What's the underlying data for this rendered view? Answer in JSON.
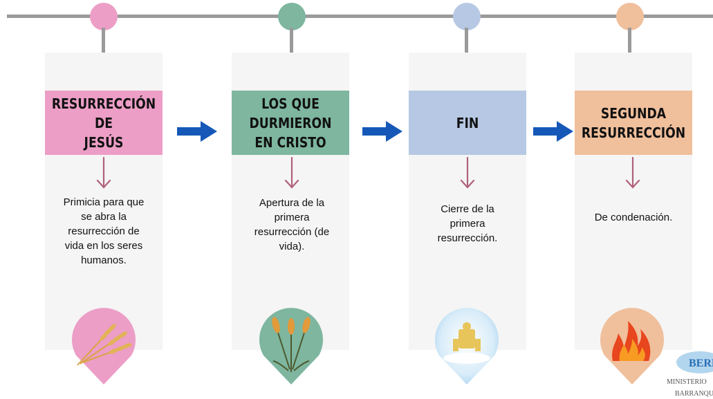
{
  "colors": {
    "pink": "#ec9ec6",
    "green": "#7eb6a0",
    "blue": "#b6c8e3",
    "peach": "#f0bf9c",
    "arrow_blue": "#1558b8",
    "down_arrow": "#b0607a",
    "line_gray": "#9a9a9a"
  },
  "stages": [
    {
      "title": "RESURRECCIÓN DE JESÚS",
      "title_lines": [
        "RESURRECCIÓN DE",
        "JESÚS"
      ],
      "description_lines": [
        "Primicia para que",
        "se abra la",
        "resurrección de",
        "vida en los seres",
        "humanos."
      ],
      "icon": "wheat-icon",
      "color": "#ec9ec6"
    },
    {
      "title": "LOS QUE DURMIERON EN CRISTO",
      "title_lines": [
        "LOS QUE DURMIERON",
        "EN CRISTO"
      ],
      "description_lines": [
        "Apertura de la",
        "primera",
        "resurrección (de",
        "vida)."
      ],
      "icon": "wheat-plant-icon",
      "color": "#7eb6a0"
    },
    {
      "title": "FIN",
      "title_lines": [
        "FIN"
      ],
      "description_lines": [
        "Cierre de la",
        "primera",
        "resurrección."
      ],
      "icon": "heavenly-throne-icon",
      "color": "#b6c8e3"
    },
    {
      "title": "SEGUNDA RESURRECCIÓN",
      "title_lines": [
        "SEGUNDA",
        "RESURRECCIÓN"
      ],
      "description_lines": [
        "De condenación."
      ],
      "icon": "fire-icon",
      "color": "#f0bf9c"
    }
  ],
  "logo": {
    "name": "BEREA",
    "line1": "MINISTERIO",
    "line2": "BARRANQUILLA"
  }
}
